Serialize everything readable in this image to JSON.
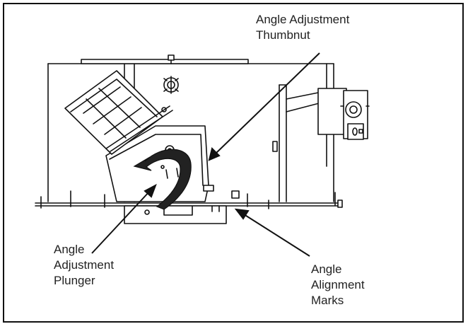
{
  "callouts": {
    "thumbnut": [
      "Angle Adjustment",
      "Thumbnut"
    ],
    "plunger": [
      "Angle",
      "Adjustment",
      "Plunger"
    ],
    "marks": [
      "Angle",
      "Alignment",
      "Marks"
    ]
  },
  "colors": {
    "line": "#111111",
    "arrow": "#222222",
    "background": "#ffffff"
  }
}
